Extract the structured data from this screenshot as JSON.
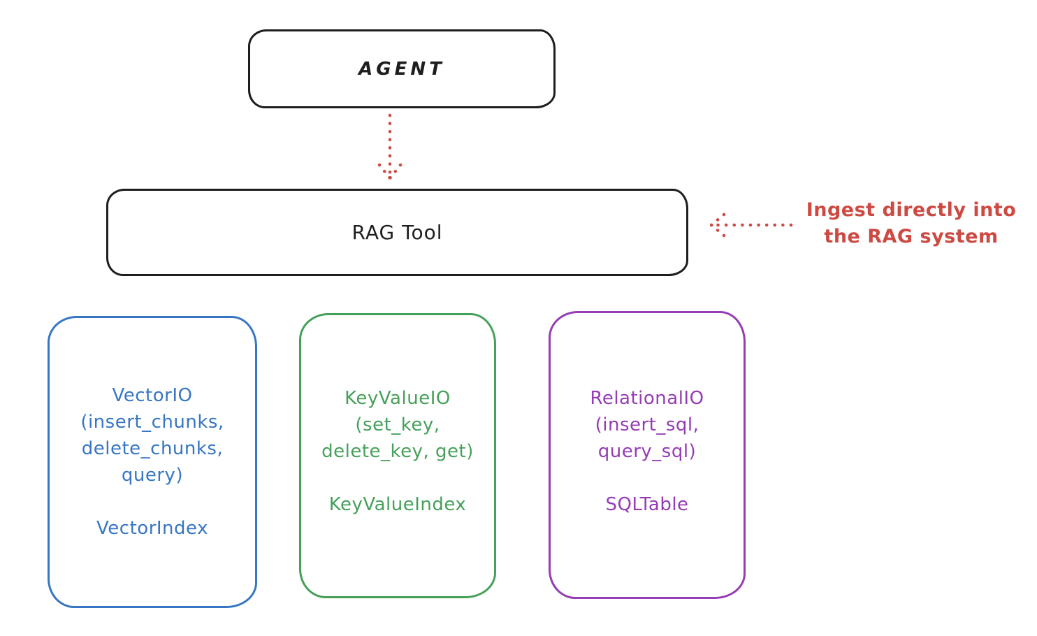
{
  "colors": {
    "ink": "#1e1e1e",
    "red": "#cd4a43",
    "blue": "#3776c2",
    "green": "#46a05a",
    "purple": "#963cb4",
    "bg": "#ffffff"
  },
  "agent_box": {
    "label": "AGENT"
  },
  "rag_tool_box": {
    "label": "RAG Tool"
  },
  "annotation": {
    "line1": "Ingest directly into",
    "line2": "the RAG system"
  },
  "storage_boxes": [
    {
      "title": "VectorIO",
      "lines": [
        "VectorIO",
        "(insert_chunks,",
        "delete_chunks,",
        "query)"
      ],
      "index_label": "VectorIndex",
      "color": "#3776c2"
    },
    {
      "title": "KeyValueIO",
      "lines": [
        "KeyValueIO",
        "(set_key,",
        "delete_key, get)"
      ],
      "index_label": "KeyValueIndex",
      "color": "#46a05a"
    },
    {
      "title": "RelationalIO",
      "lines": [
        "RelationalIO",
        "(insert_sql,",
        "query_sql)"
      ],
      "index_label": "SQLTable",
      "color": "#963cb4"
    }
  ]
}
